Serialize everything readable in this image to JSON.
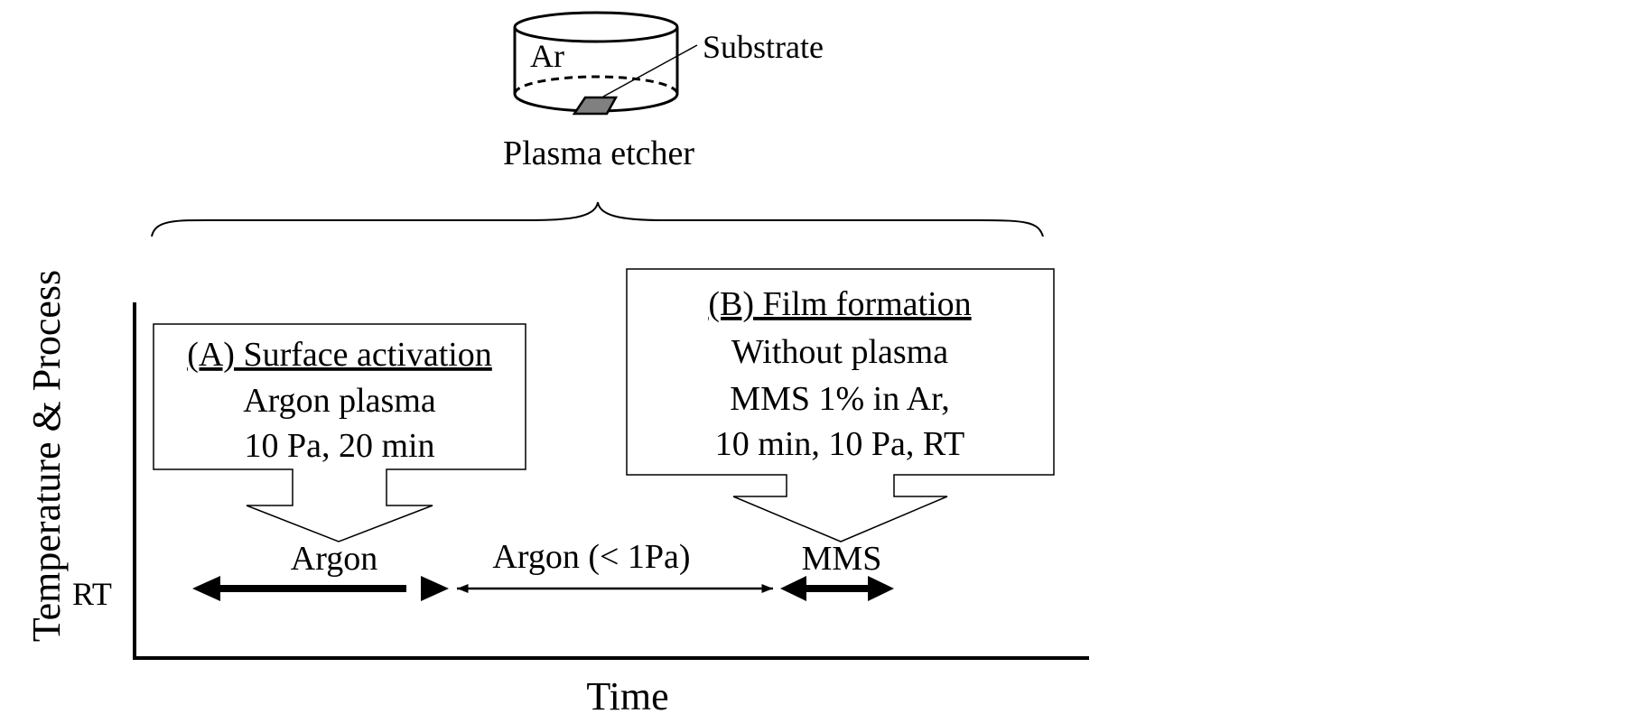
{
  "chamber": {
    "gas_label": "Ar",
    "substrate_label": "Substrate",
    "caption": "Plasma etcher"
  },
  "axes": {
    "x_label": "Time",
    "y_label": "Temperature & Process",
    "rt_label": "RT"
  },
  "box_a": {
    "title": "(A) Surface activation",
    "line1": "Argon plasma",
    "line2": "10 Pa, 20 min"
  },
  "box_b": {
    "title": "(B) Film formation",
    "line1": "Without plasma",
    "line2": "MMS 1% in Ar,",
    "line3": "10 min, 10 Pa, RT"
  },
  "phases": {
    "argon": "Argon",
    "argon_low": "Argon (< 1Pa)",
    "mms": "MMS"
  }
}
